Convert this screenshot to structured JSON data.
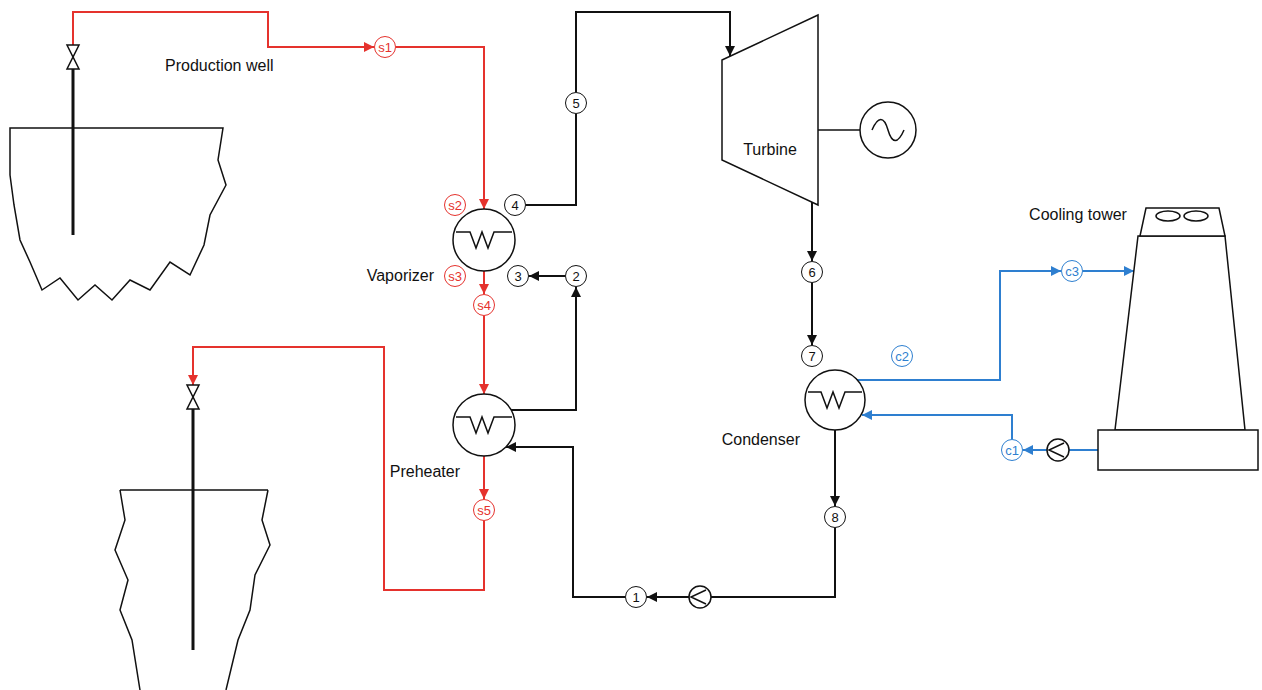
{
  "diagram": {
    "nodes": [
      {
        "text": [
          "Production well"
        ]
      },
      {
        "text": [
          "s1"
        ]
      },
      {
        "text": [
          "s2"
        ]
      },
      {
        "text": [
          "4"
        ]
      },
      {
        "text": [
          "Vaporizer"
        ]
      },
      {
        "text": [
          "s3"
        ]
      },
      {
        "text": [
          "3"
        ]
      },
      {
        "text": [
          "s4"
        ]
      },
      {
        "text": [
          "Preheater"
        ]
      },
      {
        "text": [
          "s5"
        ]
      },
      {
        "text": [
          "2"
        ]
      },
      {
        "text": [
          "1"
        ]
      },
      {
        "text": [
          "5"
        ]
      },
      {
        "text": [
          "Turbine"
        ]
      },
      {
        "text": [
          "6"
        ]
      },
      {
        "text": [
          "Cooling tower"
        ]
      },
      {
        "text": [
          "c3"
        ]
      },
      {
        "text": [
          "c2"
        ]
      },
      {
        "text": [
          "7"
        ]
      },
      {
        "text": [
          "Condenser"
        ]
      },
      {
        "text": [
          "c1"
        ]
      },
      {
        "text": [
          "8"
        ]
      }
    ],
    "edges": [
      {
        "from": 0,
        "to": 1,
        "arrow": "to"
      },
      {
        "from": 1,
        "to": 4,
        "arrow": "to"
      },
      {
        "from": 4,
        "to": 7,
        "arrow": "to"
      },
      {
        "from": 7,
        "to": 8,
        "arrow": "to"
      },
      {
        "from": 8,
        "to": 9,
        "arrow": "to"
      },
      {
        "from": 8,
        "to": 10,
        "arrow": "to"
      },
      {
        "from": 10,
        "to": 6,
        "arrow": "to"
      },
      {
        "from": 3,
        "to": 12,
        "arrow": "none"
      },
      {
        "from": 12,
        "to": 13,
        "arrow": "to"
      },
      {
        "from": 13,
        "to": 14,
        "arrow": "to"
      },
      {
        "from": 14,
        "to": 18,
        "arrow": "to"
      },
      {
        "from": 19,
        "to": 16,
        "arrow": "to"
      },
      {
        "from": 16,
        "to": 15,
        "arrow": "to"
      },
      {
        "from": 15,
        "to": 20,
        "arrow": "to"
      },
      {
        "from": 20,
        "to": 19,
        "arrow": "to"
      },
      {
        "from": 19,
        "to": 21,
        "arrow": "to"
      },
      {
        "from": 21,
        "to": 11,
        "arrow": "to"
      },
      {
        "from": 11,
        "to": 8,
        "arrow": "to"
      }
    ]
  }
}
